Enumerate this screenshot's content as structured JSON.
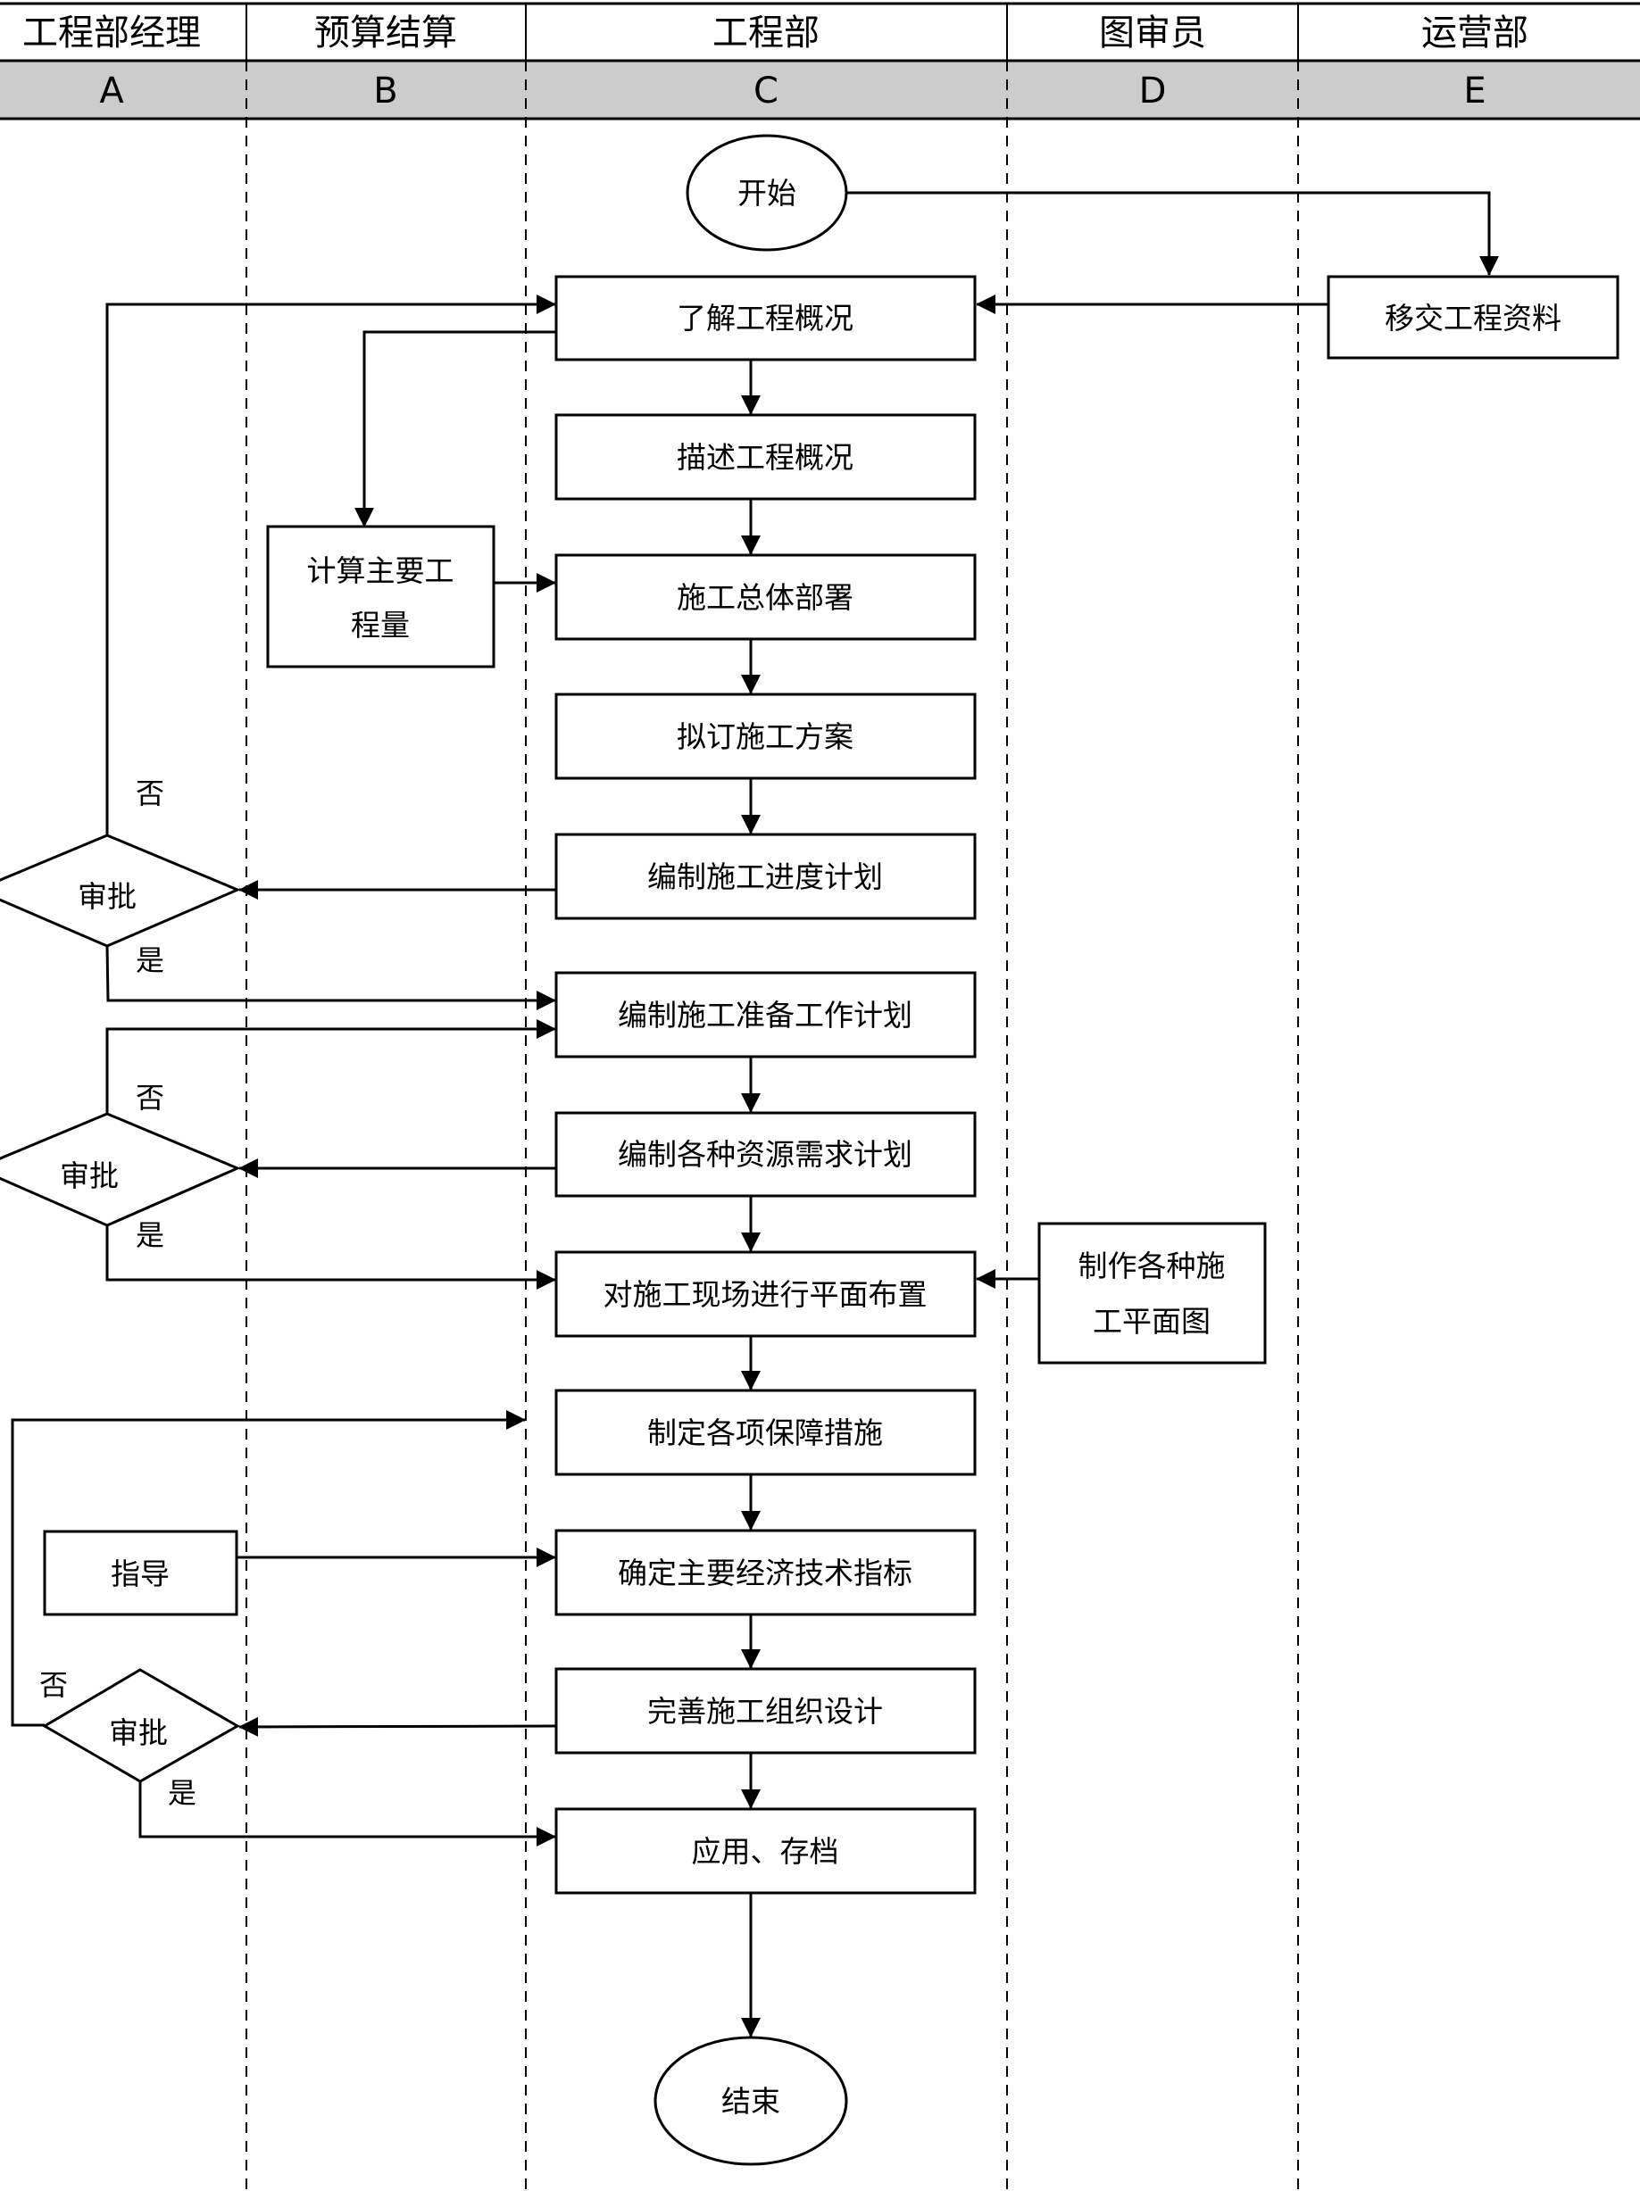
{
  "lanes": [
    {
      "title": "工程部经理",
      "code": "A"
    },
    {
      "title": "预算结算",
      "code": "B"
    },
    {
      "title": "工程部",
      "code": "C"
    },
    {
      "title": "图审员",
      "code": "D"
    },
    {
      "title": "运营部",
      "code": "E"
    }
  ],
  "colors": {
    "header_band": "#cccccc",
    "line": "#000000"
  },
  "nodes": {
    "start": "开始",
    "end": "结束",
    "handover": "移交工程资料",
    "calc_line1": "计算主要工",
    "calc_line2": "程量",
    "guide": "指导",
    "drawing_line1": "制作各种施",
    "drawing_line2": "工平面图",
    "steps": [
      "了解工程概况",
      "描述工程概况",
      "施工总体部署",
      "拟订施工方案",
      "编制施工进度计划",
      "编制施工准备工作计划",
      "编制各种资源需求计划",
      "对施工现场进行平面布置",
      "制定各项保障措施",
      "确定主要经济技术指标",
      "完善施工组织设计",
      "应用、存档"
    ],
    "decisions": [
      "审批",
      "审批",
      "审批"
    ],
    "no_label": "否",
    "yes_label": "是"
  }
}
